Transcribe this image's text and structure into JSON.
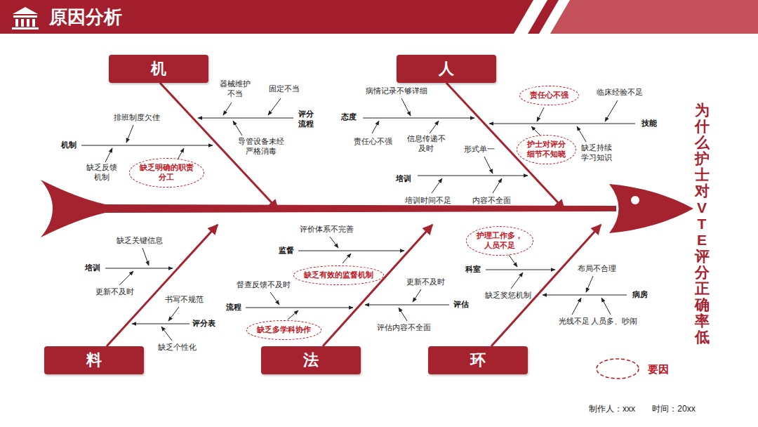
{
  "diagram": {
    "title": "原因分析",
    "nodes": [
      {
        "text": [
          "机"
        ]
      },
      {
        "text": [
          "人"
        ]
      },
      {
        "text": [
          "缺乏明确的职责 分工"
        ]
      },
      {
        "text": [
          "责任心不强"
        ]
      },
      {
        "text": [
          "护士对评分 细节不知晓"
        ]
      },
      {
        "text": [
          "料"
        ]
      },
      {
        "text": [
          "法"
        ]
      },
      {
        "text": [
          "环"
        ]
      },
      {
        "text": [
          "护理工作多， 人员不足"
        ]
      },
      {
        "text": [
          "缺乏有效的监督机制"
        ]
      },
      {
        "text": [
          "缺乏多学科协作"
        ]
      }
    ],
    "labels": [
      "评分 流程",
      "器械维护 不当",
      "固定不当",
      "导管设备未经 严格消毒",
      "机制",
      "排班制度欠佳",
      "缺乏反馈 机制",
      "态度",
      "病情记录不够详细",
      "责任心不强",
      "信息传递不 及时",
      "临床经验不足",
      "技能",
      "缺乏持续 学习知识",
      "形式单一",
      "培训",
      "培训时间不足",
      "内容不全面",
      "缺乏关键信息",
      "培训",
      "更新不及时",
      "书写不规范",
      "评分表",
      "缺乏个性化",
      "评价体系不完善",
      "监督",
      "督查反馈不及时",
      "流程",
      "更新不及时",
      "评估",
      "评估内容不全面",
      "科室",
      "缺乏奖惩机制",
      "布局不合理",
      "病房",
      "光线不足",
      "人员多、吵闹",
      "为什么护士对VTE评分正确率低",
      "制作人：xxx",
      "时间：20xx"
    ],
    "legend": [
      {
        "text": "要因"
      }
    ]
  }
}
